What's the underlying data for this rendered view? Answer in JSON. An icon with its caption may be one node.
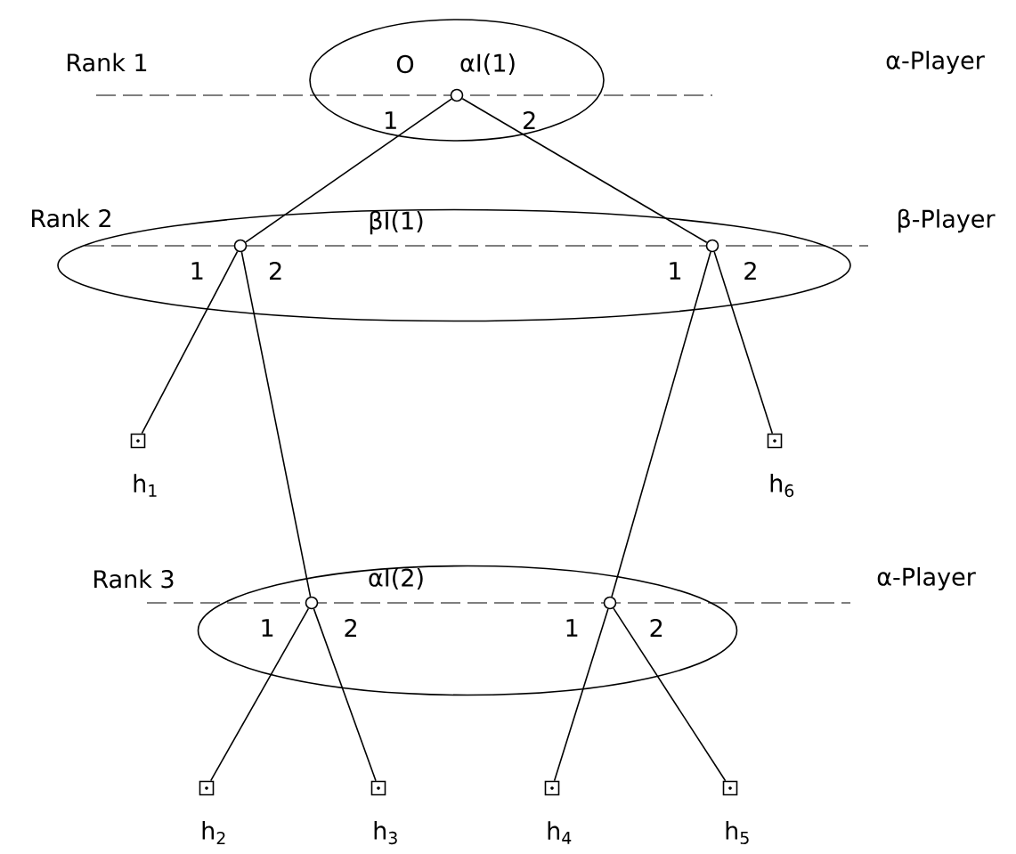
{
  "diagram": {
    "nodes": [
      {
        "text": [
          "αI(1)"
        ]
      },
      {
        "text": [
          "βI(1)"
        ]
      },
      {
        "text": [
          "αI(2)"
        ]
      },
      {
        "text": [],
        "shape": "circle",
        "in": 0,
        "beside": [
          "O"
        ]
      },
      {
        "text": [],
        "shape": "circle",
        "in": 1
      },
      {
        "text": [],
        "shape": "circle",
        "in": 1
      },
      {
        "text": [],
        "shape": "circle",
        "in": 2
      },
      {
        "text": [],
        "shape": "circle",
        "in": 2
      },
      {
        "text": [],
        "shape": "box",
        "beside": [
          "h$_{1}$"
        ]
      },
      {
        "text": [],
        "shape": "box",
        "beside": [
          "h$_{6}$"
        ]
      },
      {
        "text": [],
        "shape": "box",
        "beside": [
          "h$_{2}$"
        ]
      },
      {
        "text": [],
        "shape": "box",
        "beside": [
          "h$_{3}$"
        ]
      },
      {
        "text": [],
        "shape": "box",
        "beside": [
          "h$_{4}$"
        ]
      },
      {
        "text": [],
        "shape": "box",
        "beside": [
          "h$_{5}$"
        ]
      }
    ],
    "edges": [
      {
        "from": 3,
        "to": 4,
        "arrow": "none",
        "label": "1"
      },
      {
        "from": 3,
        "to": 5,
        "arrow": "none",
        "label": "2"
      },
      {
        "from": 4,
        "to": 8,
        "arrow": "none",
        "label": "1"
      },
      {
        "from": 4,
        "to": 6,
        "arrow": "none",
        "label": "2"
      },
      {
        "from": 5,
        "to": 7,
        "arrow": "none",
        "label": "1"
      },
      {
        "from": 5,
        "to": 9,
        "arrow": "none",
        "label": "2"
      },
      {
        "from": 6,
        "to": 10,
        "arrow": "none",
        "label": "1"
      },
      {
        "from": 6,
        "to": 11,
        "arrow": "none",
        "label": "2"
      },
      {
        "from": 7,
        "to": 12,
        "arrow": "none",
        "label": "1"
      },
      {
        "from": 7,
        "to": 13,
        "arrow": "none",
        "label": "2"
      }
    ],
    "labels": [
      "Rank 1",
      "α-Player",
      "Rank 2",
      "β-Player",
      "Rank 3",
      "α-Player"
    ]
  }
}
